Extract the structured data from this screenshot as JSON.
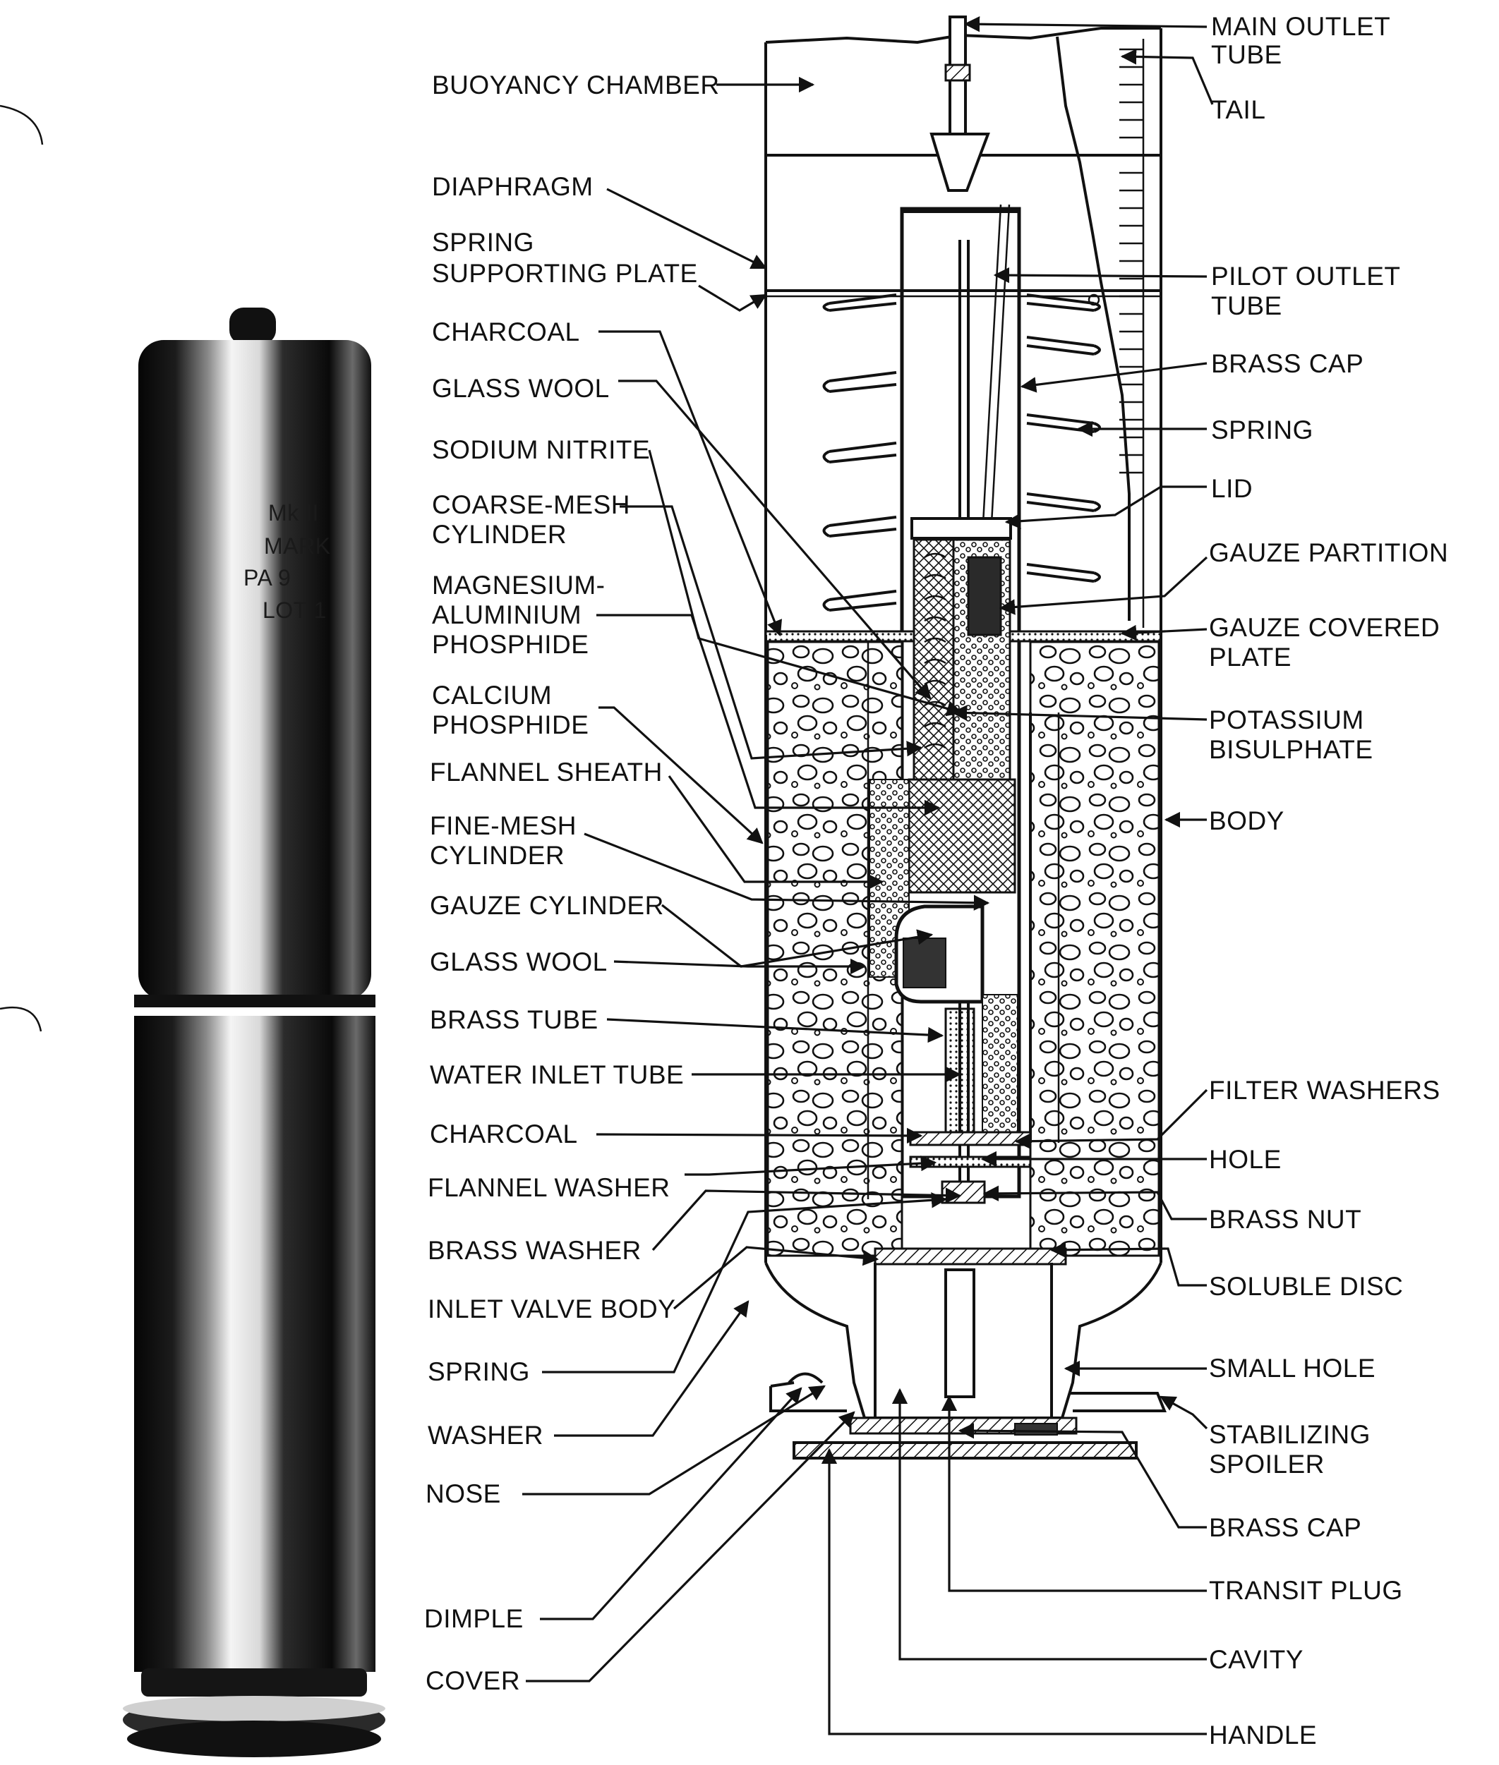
{
  "canister_markings": [
    "Mk II",
    "MARK",
    "PA 9",
    "LOT 1"
  ],
  "labels_left": [
    {
      "id": "buoyancy-chamber",
      "lines": [
        "BUOYANCY CHAMBER"
      ]
    },
    {
      "id": "diaphragm",
      "lines": [
        "DIAPHRAGM"
      ]
    },
    {
      "id": "spring-supporting-plate",
      "lines": [
        "SPRING",
        "SUPPORTING PLATE"
      ]
    },
    {
      "id": "charcoal-upper",
      "lines": [
        "CHARCOAL"
      ]
    },
    {
      "id": "glass-wool-upper",
      "lines": [
        "GLASS WOOL"
      ]
    },
    {
      "id": "sodium-nitrite",
      "lines": [
        "SODIUM NITRITE"
      ]
    },
    {
      "id": "coarse-mesh-cylinder",
      "lines": [
        "COARSE-MESH",
        "CYLINDER"
      ]
    },
    {
      "id": "magnesium-aluminium-phosphide",
      "lines": [
        "MAGNESIUM-",
        "ALUMINIUM",
        "PHOSPHIDE"
      ]
    },
    {
      "id": "calcium-phosphide",
      "lines": [
        "CALCIUM",
        "PHOSPHIDE"
      ]
    },
    {
      "id": "flannel-sheath",
      "lines": [
        "FLANNEL SHEATH"
      ]
    },
    {
      "id": "fine-mesh-cylinder",
      "lines": [
        "FINE-MESH",
        "CYLINDER"
      ]
    },
    {
      "id": "gauze-cylinder",
      "lines": [
        "GAUZE CYLINDER"
      ]
    },
    {
      "id": "glass-wool-lower",
      "lines": [
        "GLASS WOOL"
      ]
    },
    {
      "id": "brass-tube",
      "lines": [
        "BRASS TUBE"
      ]
    },
    {
      "id": "water-inlet-tube",
      "lines": [
        "WATER INLET TUBE"
      ]
    },
    {
      "id": "charcoal-lower",
      "lines": [
        "CHARCOAL"
      ]
    },
    {
      "id": "flannel-washer",
      "lines": [
        "FLANNEL WASHER"
      ]
    },
    {
      "id": "brass-washer",
      "lines": [
        "BRASS WASHER"
      ]
    },
    {
      "id": "inlet-valve-body",
      "lines": [
        "INLET VALVE BODY"
      ]
    },
    {
      "id": "spring-lower",
      "lines": [
        "SPRING"
      ]
    },
    {
      "id": "washer",
      "lines": [
        "WASHER"
      ]
    },
    {
      "id": "nose",
      "lines": [
        "NOSE"
      ]
    },
    {
      "id": "dimple",
      "lines": [
        "DIMPLE"
      ]
    },
    {
      "id": "cover",
      "lines": [
        "COVER"
      ]
    }
  ],
  "labels_right": [
    {
      "id": "main-outlet-tube",
      "lines": [
        "MAIN OUTLET",
        "TUBE"
      ]
    },
    {
      "id": "tail",
      "lines": [
        "TAIL"
      ]
    },
    {
      "id": "pilot-outlet-tube",
      "lines": [
        "PILOT OUTLET",
        "TUBE"
      ]
    },
    {
      "id": "brass-cap-upper",
      "lines": [
        "BRASS CAP"
      ]
    },
    {
      "id": "spring-upper",
      "lines": [
        "SPRING"
      ]
    },
    {
      "id": "lid",
      "lines": [
        "LID"
      ]
    },
    {
      "id": "gauze-partition",
      "lines": [
        "GAUZE PARTITION"
      ]
    },
    {
      "id": "gauze-covered-plate",
      "lines": [
        "GAUZE COVERED",
        "PLATE"
      ]
    },
    {
      "id": "potassium-bisulphate",
      "lines": [
        "POTASSIUM",
        "BISULPHATE"
      ]
    },
    {
      "id": "body",
      "lines": [
        "BODY"
      ]
    },
    {
      "id": "filter-washers",
      "lines": [
        "FILTER WASHERS"
      ]
    },
    {
      "id": "hole",
      "lines": [
        "HOLE"
      ]
    },
    {
      "id": "brass-nut",
      "lines": [
        "BRASS NUT"
      ]
    },
    {
      "id": "soluble-disc",
      "lines": [
        "SOLUBLE DISC"
      ]
    },
    {
      "id": "small-hole",
      "lines": [
        "SMALL HOLE"
      ]
    },
    {
      "id": "stabilizing-spoiler",
      "lines": [
        "STABILIZING",
        "SPOILER"
      ]
    },
    {
      "id": "brass-cap-lower",
      "lines": [
        "BRASS CAP"
      ]
    },
    {
      "id": "transit-plug",
      "lines": [
        "TRANSIT PLUG"
      ]
    },
    {
      "id": "cavity",
      "lines": [
        "CAVITY"
      ]
    },
    {
      "id": "handle",
      "lines": [
        "HANDLE"
      ]
    }
  ]
}
